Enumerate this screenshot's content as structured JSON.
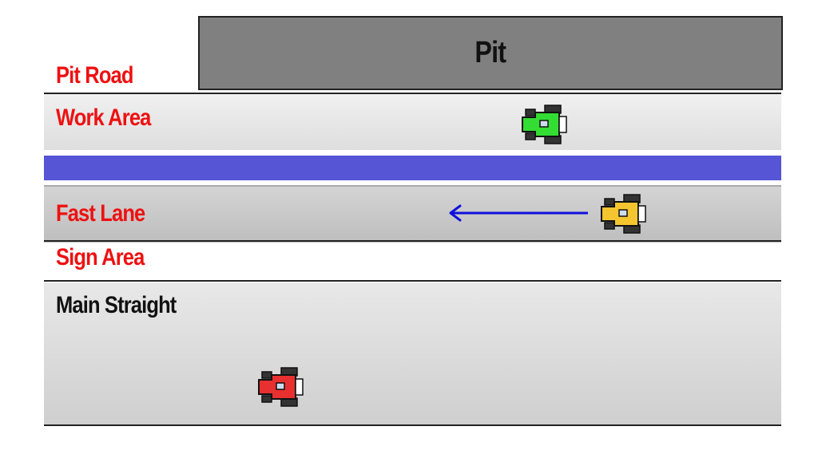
{
  "diagram": {
    "pit": {
      "label": "Pit"
    },
    "zones": {
      "pit_road": "Pit Road",
      "work_area": "Work Area",
      "fast_lane": "Fast Lane",
      "sign_area": "Sign Area",
      "main_straight": "Main Straight"
    },
    "colors": {
      "label_red": "#ee1111",
      "divider_blue": "#5555d6",
      "pit_gray": "#808080",
      "arrow_blue": "#1010dd"
    },
    "cars": [
      {
        "color": "green",
        "zone": "work_area",
        "hex": "#33dd33"
      },
      {
        "color": "yellow",
        "zone": "fast_lane",
        "hex": "#f5c530",
        "moving": "left"
      },
      {
        "color": "red",
        "zone": "main_straight",
        "hex": "#e83030"
      }
    ],
    "arrow": {
      "direction": "left",
      "icon": "arrow-left-icon"
    }
  }
}
